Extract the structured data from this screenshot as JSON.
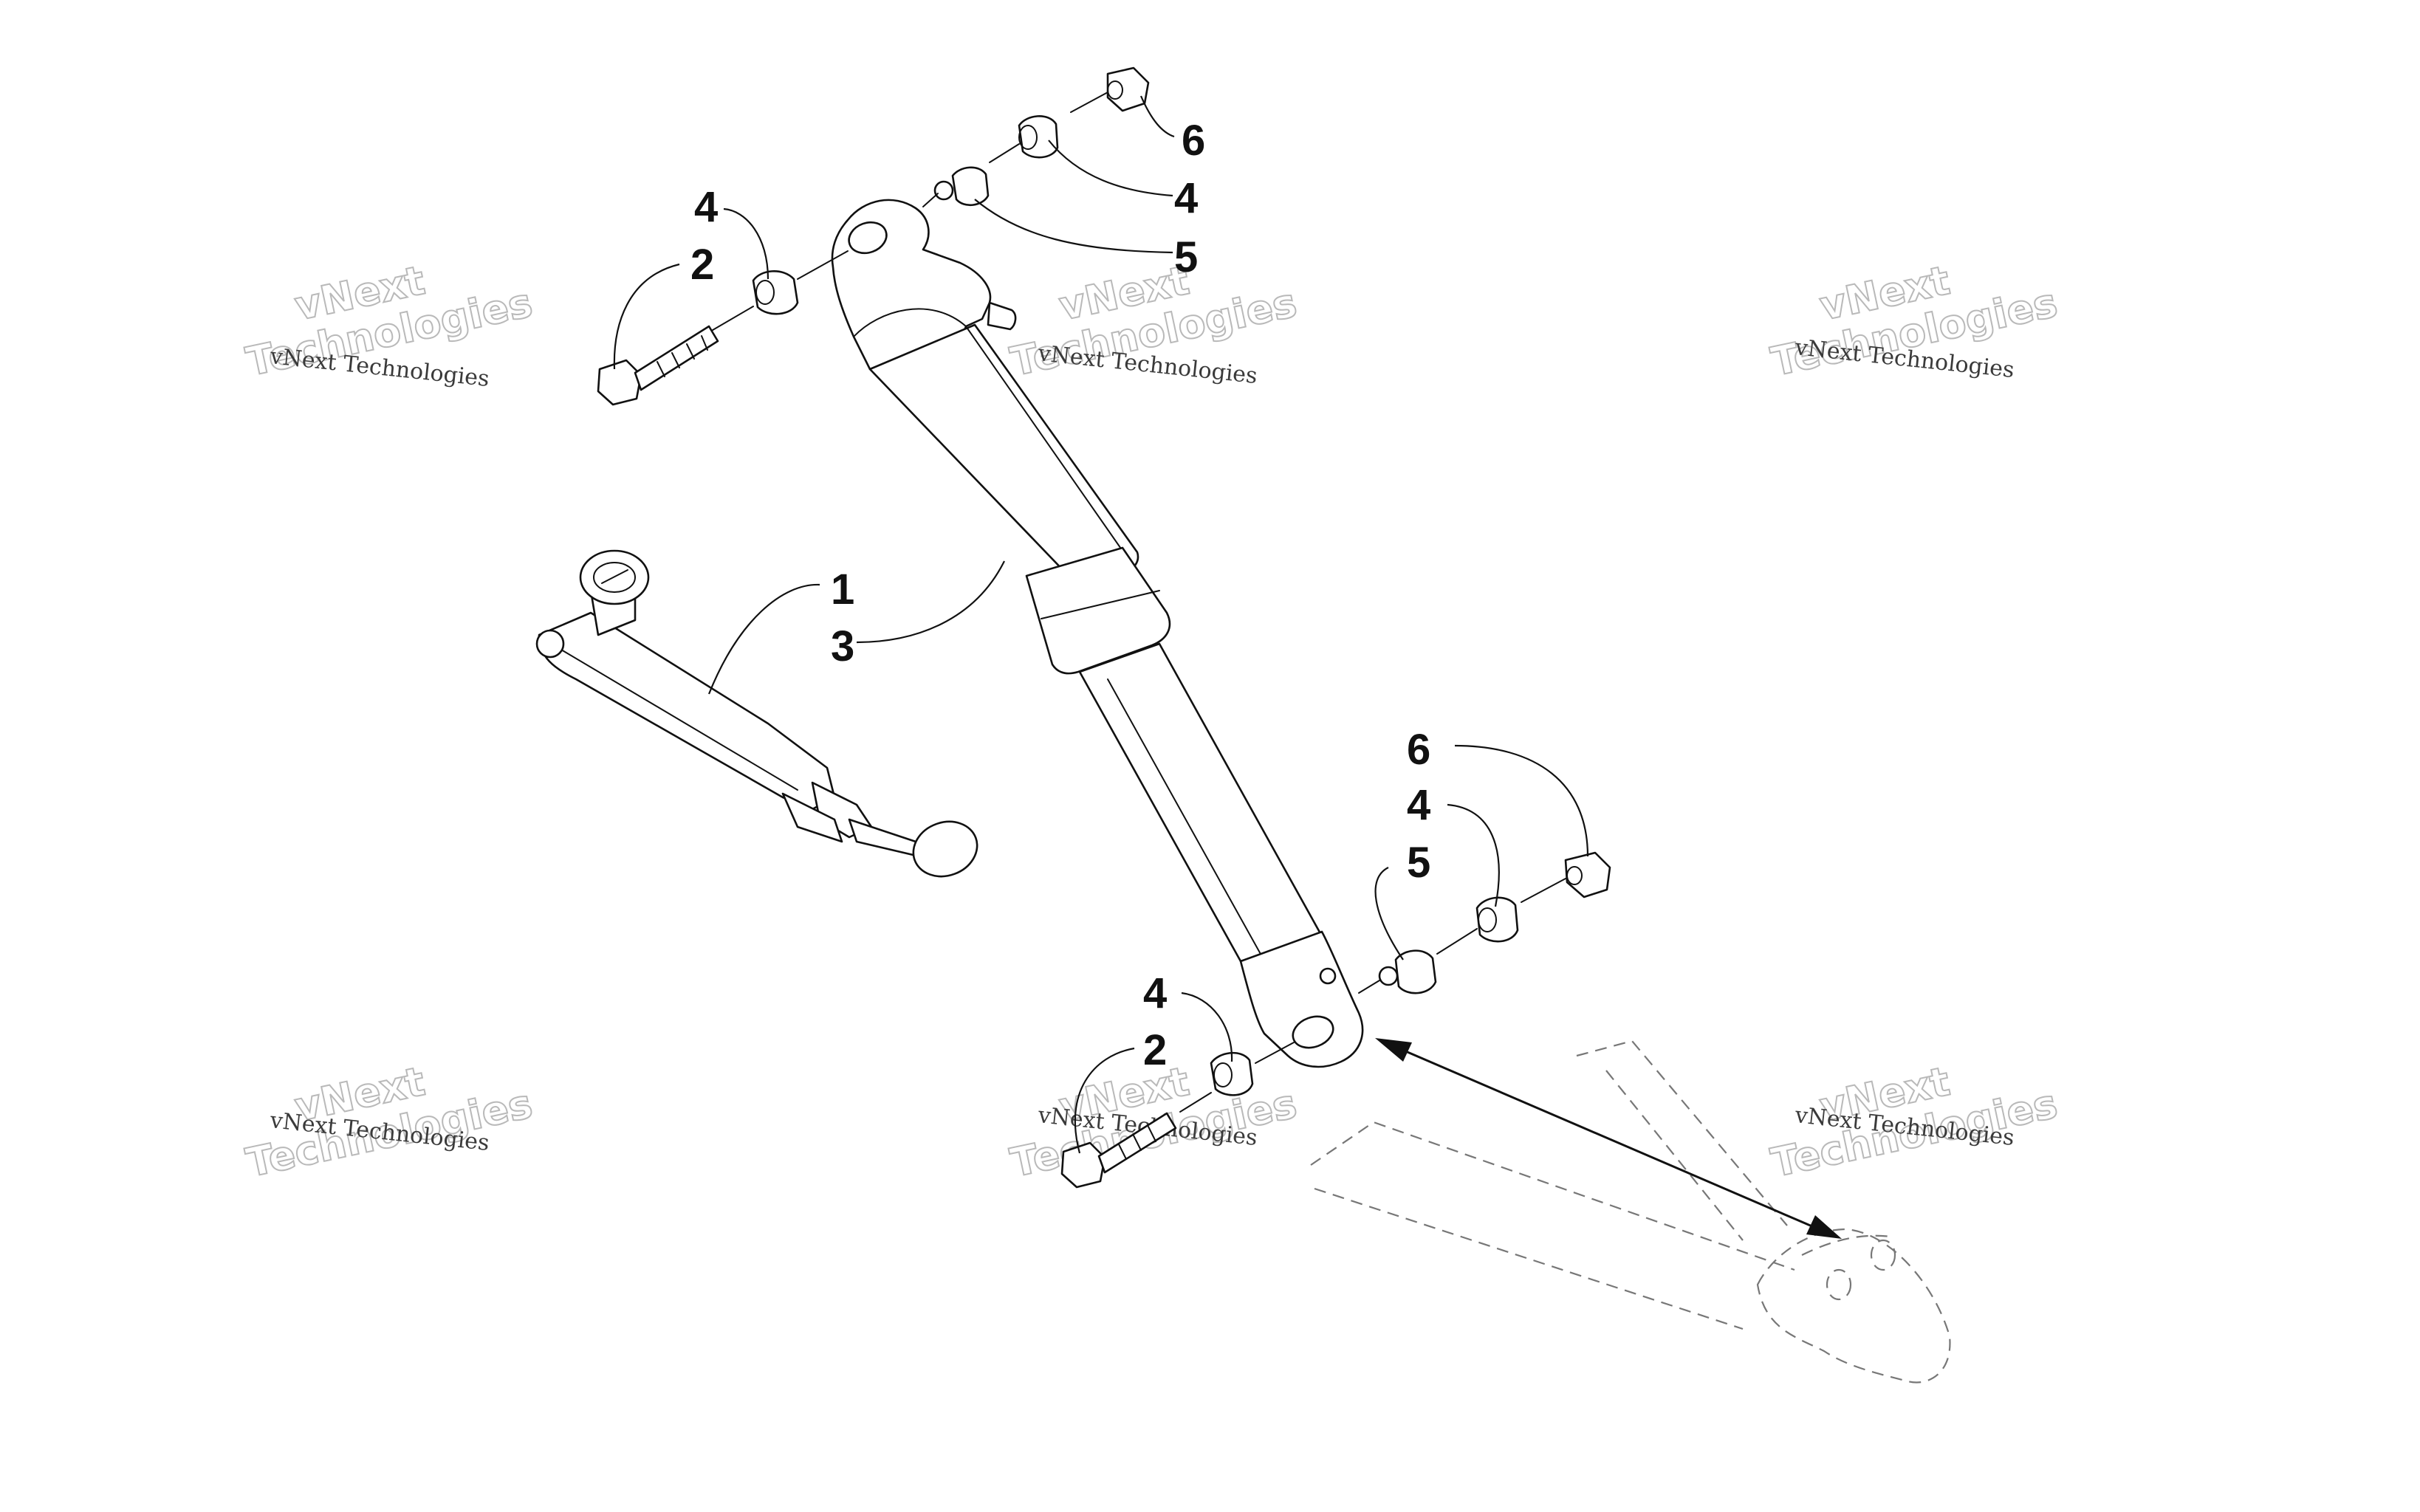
{
  "callouts": {
    "c1": "1",
    "c2_top": "2",
    "c2_bottom": "2",
    "c3": "3",
    "c4_top_left": "4",
    "c4_top_right": "4",
    "c4_mid_right": "4",
    "c4_bottom": "4",
    "c5_top": "5",
    "c5_mid": "5",
    "c6_top": "6",
    "c6_mid": "6"
  },
  "watermark": {
    "small": "vNext Technologies",
    "big_line1": "vNext",
    "big_line2": "Technologies"
  },
  "colors": {
    "line": "#111111",
    "watermark": "#b9b9b9",
    "phantom": "#777777"
  }
}
